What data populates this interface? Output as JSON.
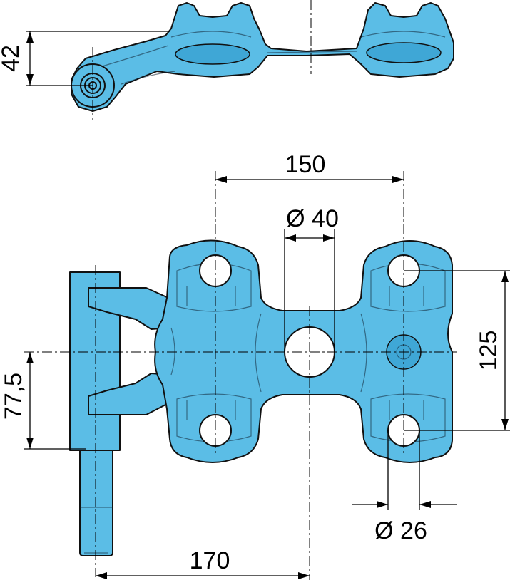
{
  "dimensions": {
    "height_top_view": "42",
    "hole_spacing_horizontal": "150",
    "center_hole_diameter": "Ø 40",
    "hole_spacing_vertical": "125",
    "pin_offset": "77,5",
    "small_hole_diameter": "Ø 26",
    "pin_to_center": "170"
  },
  "colors": {
    "part_fill": "#5bbde6",
    "outline": "#111111",
    "background": "#ffffff"
  }
}
